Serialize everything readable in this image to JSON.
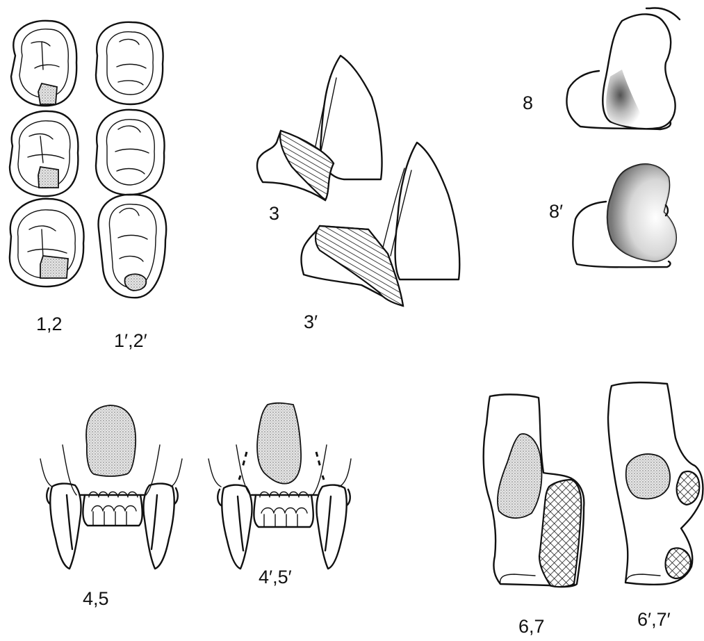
{
  "labels": {
    "fig_1_2": "1,2",
    "fig_1p_2p": "1′,2′",
    "fig_3": "3",
    "fig_3p": "3′",
    "fig_8": "8",
    "fig_8p": "8′",
    "fig_4_5": "4,5",
    "fig_4p_5p": "4′,5′",
    "fig_6_7": "6,7",
    "fig_6p_7p": "6′,7′"
  },
  "colors": {
    "ink": "#111111",
    "background": "#ffffff",
    "stipple": "#9a9a9a"
  }
}
